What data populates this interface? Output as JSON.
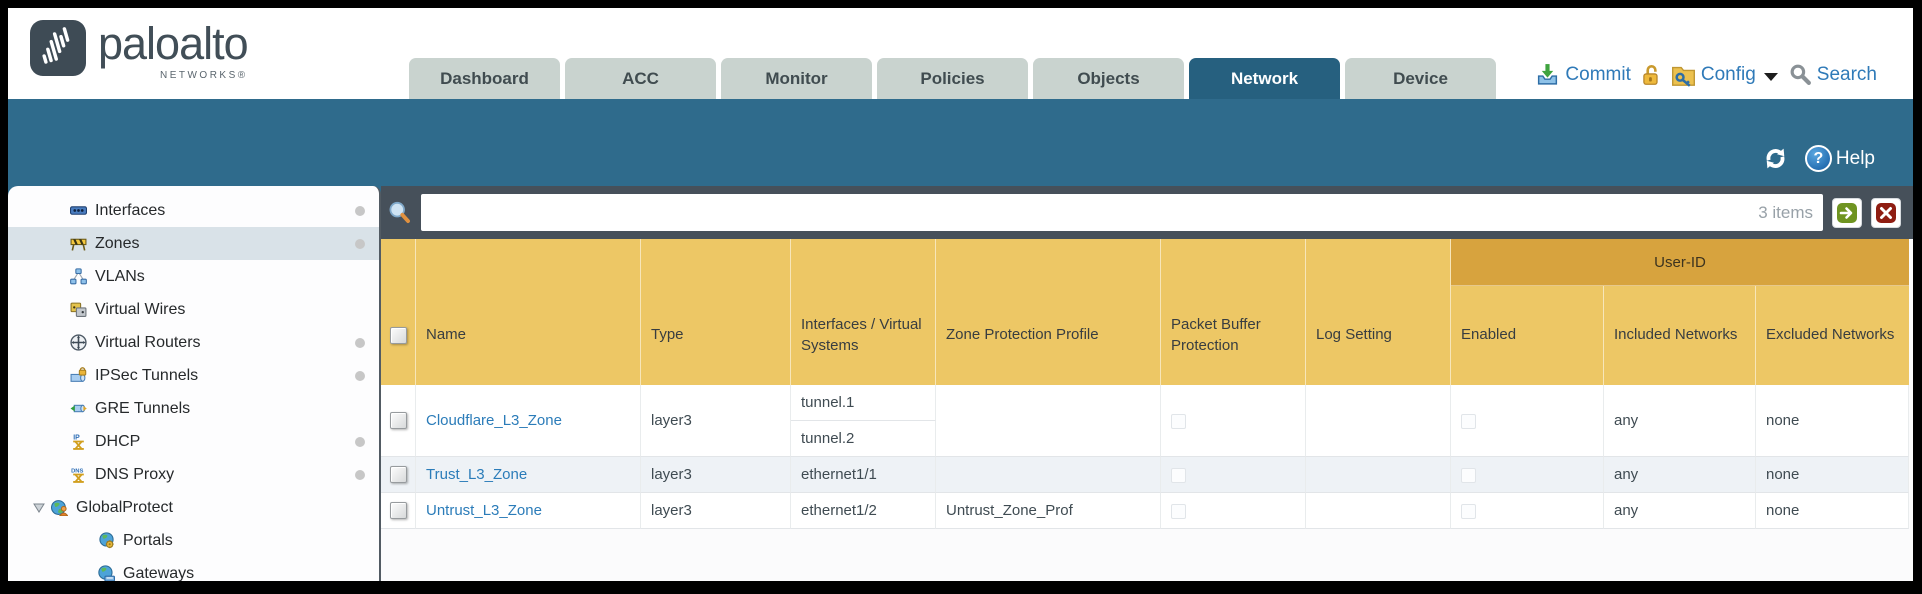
{
  "brand": {
    "name": "paloalto",
    "networks": "NETWORKS®"
  },
  "nav": {
    "active_tab": "Network",
    "tabs": [
      {
        "label": "Dashboard"
      },
      {
        "label": "ACC"
      },
      {
        "label": "Monitor"
      },
      {
        "label": "Policies"
      },
      {
        "label": "Objects"
      },
      {
        "label": "Network"
      },
      {
        "label": "Device"
      }
    ]
  },
  "actions": {
    "commit": "Commit",
    "config": "Config",
    "search": "Search",
    "help": "Help"
  },
  "sidebar": {
    "items": [
      {
        "label": "Interfaces",
        "icon": "interfaces-icon",
        "dot": true
      },
      {
        "label": "Zones",
        "icon": "zones-icon",
        "dot": true,
        "selected": true
      },
      {
        "label": "VLANs",
        "icon": "vlans-icon",
        "dot": false
      },
      {
        "label": "Virtual Wires",
        "icon": "virtual-wires-icon",
        "dot": false
      },
      {
        "label": "Virtual Routers",
        "icon": "virtual-routers-icon",
        "dot": true
      },
      {
        "label": "IPSec Tunnels",
        "icon": "ipsec-tunnels-icon",
        "dot": true
      },
      {
        "label": "GRE Tunnels",
        "icon": "gre-tunnels-icon",
        "dot": false
      },
      {
        "label": "DHCP",
        "icon": "dhcp-icon",
        "dot": true
      },
      {
        "label": "DNS Proxy",
        "icon": "dns-proxy-icon",
        "dot": true
      },
      {
        "label": "GlobalProtect",
        "icon": "globalprotect-icon",
        "expanded": true,
        "dot": false,
        "children": [
          {
            "label": "Portals",
            "icon": "portals-icon"
          },
          {
            "label": "Gateways",
            "icon": "gateways-icon"
          }
        ]
      }
    ]
  },
  "filter": {
    "value": "",
    "count": "3 items"
  },
  "table": {
    "user_id_group_label": "User-ID",
    "columns": [
      "Name",
      "Type",
      "Interfaces / Virtual Systems",
      "Zone Protection Profile",
      "Packet Buffer Protection",
      "Log Setting",
      "Enabled",
      "Included Networks",
      "Excluded Networks"
    ],
    "rows": [
      {
        "name": "Cloudflare_L3_Zone",
        "type": "layer3",
        "interfaces": [
          "tunnel.1",
          "tunnel.2"
        ],
        "zone_protection_profile": "",
        "packet_buffer_protection": false,
        "log_setting": "",
        "user_id_enabled": false,
        "included_networks": "any",
        "excluded_networks": "none"
      },
      {
        "name": "Trust_L3_Zone",
        "type": "layer3",
        "interfaces": [
          "ethernet1/1"
        ],
        "zone_protection_profile": "",
        "packet_buffer_protection": false,
        "log_setting": "",
        "user_id_enabled": false,
        "included_networks": "any",
        "excluded_networks": "none"
      },
      {
        "name": "Untrust_L3_Zone",
        "type": "layer3",
        "interfaces": [
          "ethernet1/2"
        ],
        "zone_protection_profile": "Untrust_Zone_Prof",
        "packet_buffer_protection": false,
        "log_setting": "",
        "user_id_enabled": false,
        "included_networks": "any",
        "excluded_networks": "none"
      }
    ]
  }
}
